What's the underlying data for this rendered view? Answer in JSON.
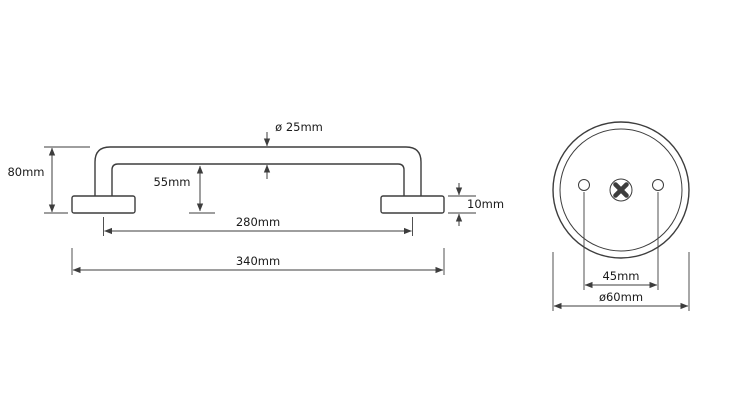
{
  "diagram": {
    "type": "technical-drawing",
    "subject": "wall grab bar with mounting flanges",
    "side_view": {
      "labels": {
        "tube_diameter": "ø 25mm",
        "mount_to_tube": "55mm",
        "overall_height": "80mm",
        "flange_thickness": "10mm",
        "mount_spacing": "280mm",
        "overall_length": "340mm"
      }
    },
    "front_view": {
      "labels": {
        "screw_hole_spacing": "45mm",
        "flange_diameter": "ø60mm"
      }
    },
    "colors": {
      "line": "#3d3d3d",
      "text": "#1a1a1a",
      "background": "#ffffff"
    }
  }
}
